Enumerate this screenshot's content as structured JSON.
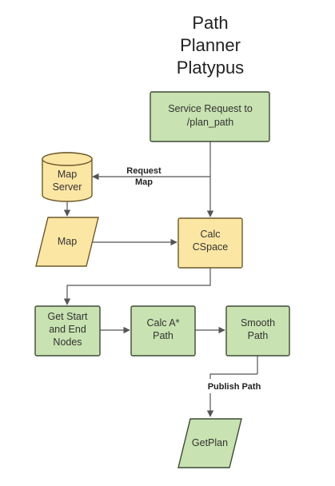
{
  "title": [
    "Path",
    "Planner",
    "Platypus"
  ],
  "nodes": {
    "service_request": [
      "Service Request to",
      "/plan_path"
    ],
    "map_server": [
      "Map",
      "Server"
    ],
    "map": [
      "Map"
    ],
    "calc_cspace": [
      "Calc",
      "CSpace"
    ],
    "get_start_end": [
      "Get Start",
      "and End",
      "Nodes"
    ],
    "calc_astar": [
      "Calc A*",
      "Path"
    ],
    "smooth_path": [
      "Smooth",
      "Path"
    ],
    "get_plan": [
      "GetPlan"
    ]
  },
  "edge_labels": {
    "request_map": [
      "Request",
      "Map"
    ],
    "publish_path": [
      "Publish Path"
    ]
  },
  "colors": {
    "process_fill": "#c8e2b1",
    "data_fill": "#fce6a4",
    "edge": "#555555"
  }
}
